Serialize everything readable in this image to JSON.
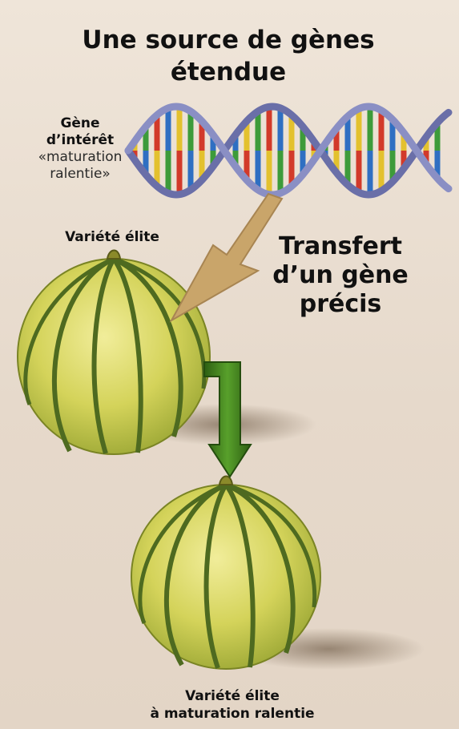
{
  "title": {
    "line1": "Une source de gènes",
    "line2": "étendue"
  },
  "gene_label": {
    "line1": "Gène",
    "line2": "d’intérêt",
    "line3": "«maturation",
    "line4": "ralentie»"
  },
  "elite_label": "Variété élite",
  "transfer_label": {
    "line1": "Transfert",
    "line2": "d’un gène",
    "line3": "précis"
  },
  "result_label": {
    "line1": "Variété élite",
    "line2": "à maturation ralentie"
  },
  "colors": {
    "background": "#e9ddd0",
    "dna_backbone": "#6a6fa8",
    "base_pair_colors": [
      "#d23a2a",
      "#2f6fc2",
      "#e3c12e",
      "#3d9b3a"
    ],
    "transfer_arrow": "#c9a56a",
    "green_arrow": "#3f7d1f",
    "melon_skin": "#d4d35a",
    "melon_stripes": "#4e6a20"
  },
  "icons": [
    "dna-helix-icon",
    "melon-icon",
    "transfer-arrow-icon",
    "down-arrow-icon"
  ]
}
